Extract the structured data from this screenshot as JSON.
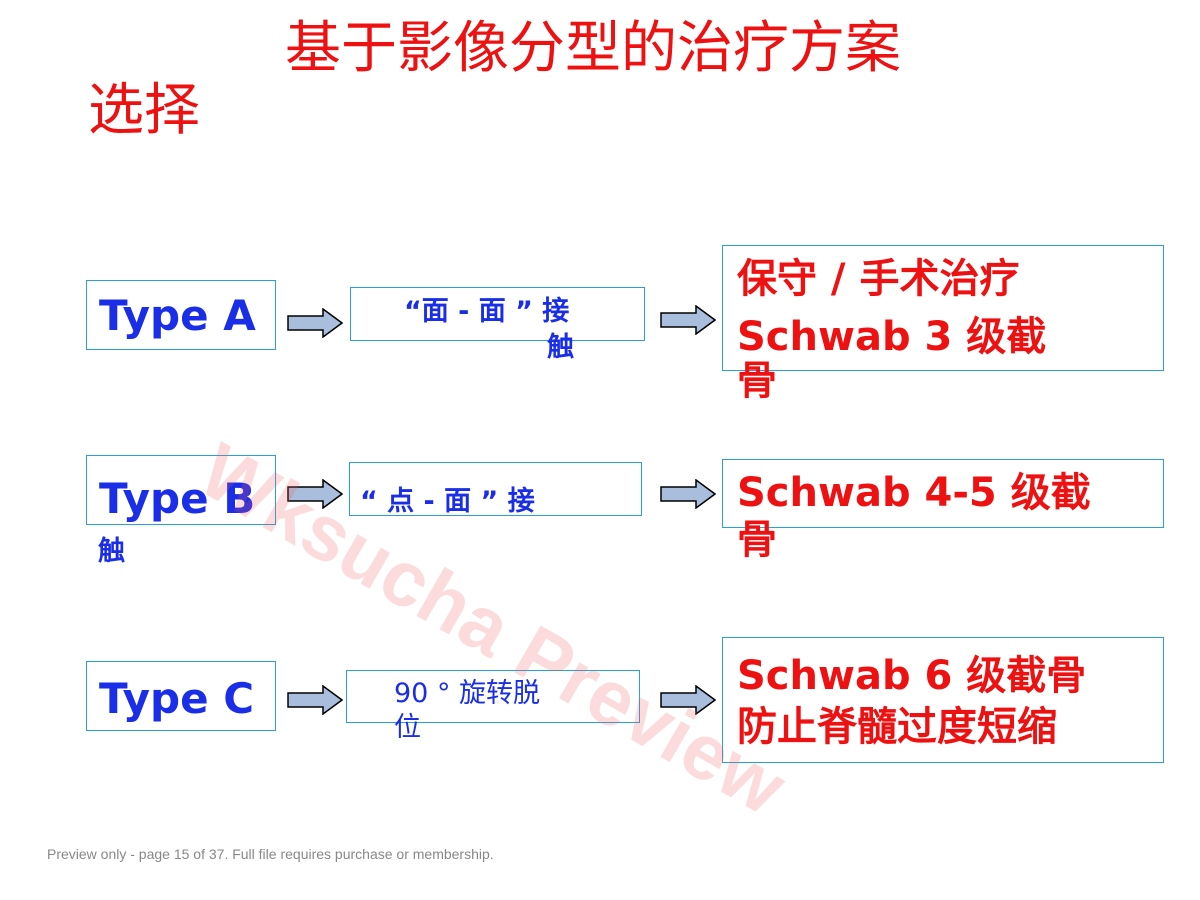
{
  "slide": {
    "title_line1": "基于影像分型的治疗方案",
    "title_line2": "选择"
  },
  "rows": [
    {
      "type_label": "Type A",
      "mechanism_line1": "“面 - 面 ” 接",
      "mechanism_line2": "触",
      "treatment_line1": "保守 / 手术治疗",
      "treatment_line2": "Schwab 3 级截",
      "treatment_line3": "骨"
    },
    {
      "type_label": "Type B",
      "mechanism_line1": "“ 点 - 面 ” 接",
      "mechanism_line2": "触",
      "treatment_line1": "Schwab 4-5 级截",
      "treatment_line2": "骨"
    },
    {
      "type_label": "Type C",
      "mechanism_line1": "90 ° 旋转脱",
      "mechanism_line2": "位",
      "treatment_line1": "Schwab 6 级截骨",
      "treatment_line2": "防止脊髓过度短缩"
    }
  ],
  "watermark": "Wksucha Preview",
  "footer": "Preview only - page 15 of 37. Full file requires purchase or membership.",
  "colors": {
    "title": "#ee1111",
    "type_text": "#1a2ee8",
    "box_border": "#2a9fd8",
    "arrow_fill": "#a9bedd"
  },
  "icons": {
    "arrow": "right-block-arrow-icon"
  }
}
